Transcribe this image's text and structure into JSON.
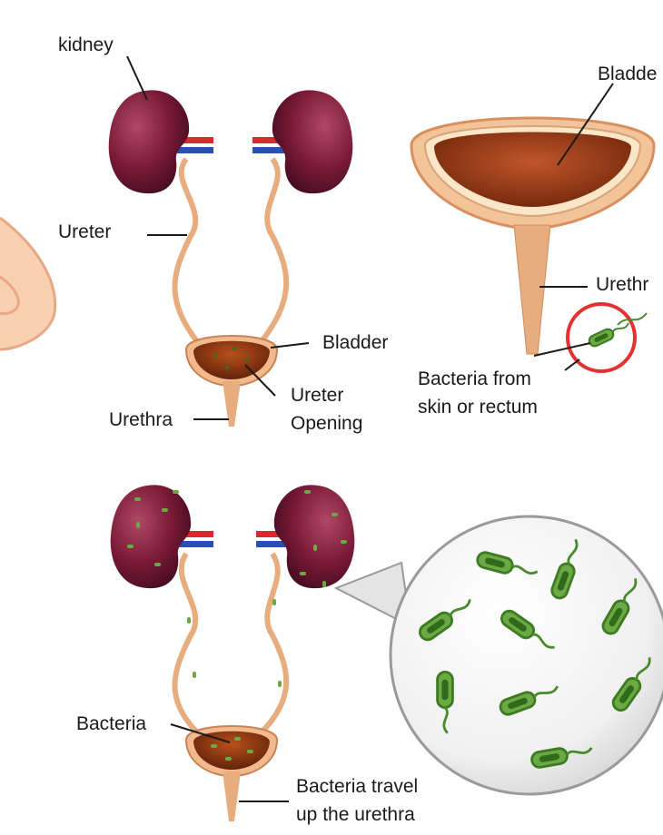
{
  "labels": {
    "kidney": "kidney",
    "ureter": "Ureter",
    "bladder_top": "Bladder",
    "ureter_opening_1": "Ureter",
    "ureter_opening_2": "Opening",
    "urethra_top": "Urethra",
    "bladder_right": "Bladde",
    "urethra_right": "Urethr",
    "bacteria_source_1": "Bacteria from",
    "bacteria_source_2": "skin or rectum",
    "bacteria_bottom": "Bacteria",
    "travel_1": "Bacteria travel",
    "travel_2": "up the urethra"
  },
  "colors": {
    "kidney": "#6e1530",
    "ureter": "#e7ad7e",
    "bladder_inner": "#8e3a12",
    "bacteria": "#6aa944",
    "artery": "#d62a2f",
    "vein": "#2a4fb8",
    "magnifier_ring": "#e23232"
  }
}
